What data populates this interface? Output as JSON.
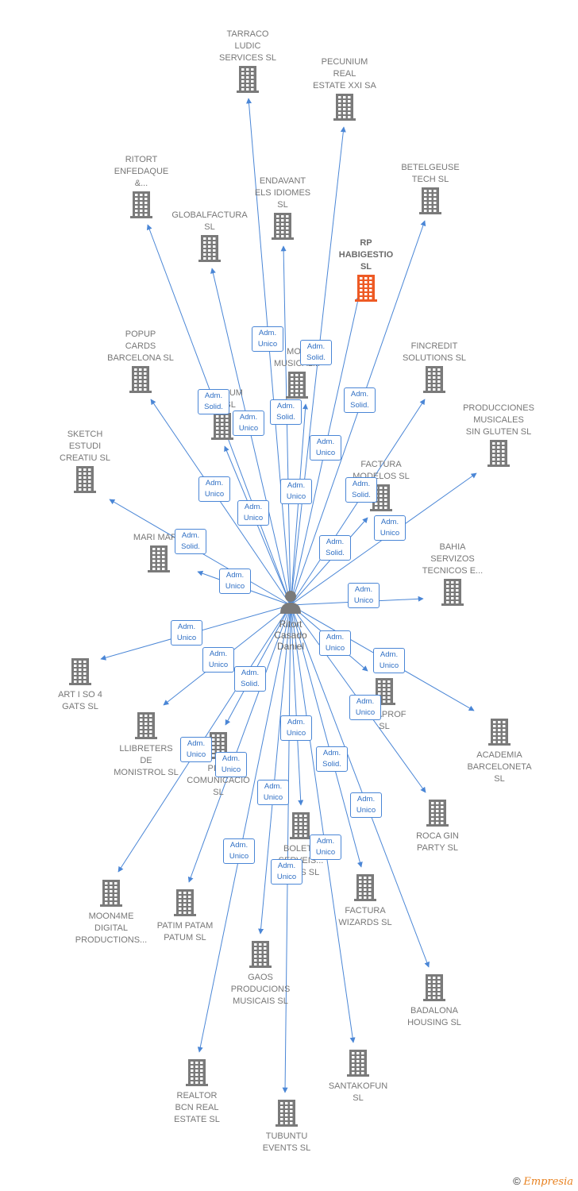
{
  "center": {
    "label": "Ritort\nCasado\nDaniel"
  },
  "colors": {
    "edge": "#4a86d6",
    "building": "#7a7a7a",
    "highlight": "#ee5a24"
  },
  "companies": [
    {
      "id": "tarraco",
      "label": "TARRACO\nLUDIC\nSERVICES  SL",
      "highlight": false
    },
    {
      "id": "pecunium",
      "label": "PECUNIUM\nREAL\nESTATE XXI SA",
      "highlight": false
    },
    {
      "id": "ritort-enfedaque",
      "label": "RITORT\nENFEDAQUE\n&...",
      "highlight": false
    },
    {
      "id": "endavant",
      "label": "ENDAVANT\nELS IDIOMES\nSL",
      "highlight": false
    },
    {
      "id": "betelgeuse",
      "label": "BETELGEUSE\nTECH  SL",
      "highlight": false
    },
    {
      "id": "globalfactura",
      "label": "GLOBALFACTURA\nSL",
      "highlight": false
    },
    {
      "id": "rp-habigestio",
      "label": "RP\nHABIGESTIO\nSL",
      "highlight": true
    },
    {
      "id": "popup",
      "label": "POPUP\nCARDS\nBARCELONA  SL",
      "highlight": false
    },
    {
      "id": "fincredit",
      "label": "FINCREDIT\nSOLUTIONS  SL",
      "highlight": false
    },
    {
      "id": "mor-musical",
      "label": "MOR\nMUSICAL...",
      "highlight": false
    },
    {
      "id": "premium",
      "label": "PREMIUM\nC...  SL",
      "highlight": false
    },
    {
      "id": "producciones",
      "label": "PRODUCCIONES\nMUSICALES\nSIN GLUTEN  SL",
      "highlight": false
    },
    {
      "id": "sketch",
      "label": "SKETCH\nESTUDI\nCREATIU  SL",
      "highlight": false
    },
    {
      "id": "factura-modelos",
      "label": "FACTURA\nMODELOS  SL",
      "highlight": false
    },
    {
      "id": "mari-mar",
      "label": "MARI MAR...",
      "highlight": false
    },
    {
      "id": "bahia",
      "label": "BAHIA\nSERVIZOS\nTECNICOS E...",
      "highlight": false
    },
    {
      "id": "art-i-so",
      "label": "ART I SO 4\nGATS  SL",
      "highlight": false
    },
    {
      "id": "raprof",
      "label": "...RAPROF\nSL",
      "highlight": false
    },
    {
      "id": "academia",
      "label": "ACADEMIA\nBARCELONETA\nSL",
      "highlight": false
    },
    {
      "id": "llibreters",
      "label": "LLIBRETERS\nDE\nMONISTROL  SL",
      "highlight": false
    },
    {
      "id": "pie-comunicacio",
      "label": "PIE...\nCOMUNICACIO\nSL",
      "highlight": false
    },
    {
      "id": "roca-gin",
      "label": "ROCA GIN\nPARTY  SL",
      "highlight": false
    },
    {
      "id": "boleta",
      "label": "BOLET...\nSERVEIS...\n...ALS  SL",
      "highlight": false
    },
    {
      "id": "moon4me",
      "label": "MOON4ME\nDIGITAL\nPRODUCTIONS...",
      "highlight": false
    },
    {
      "id": "patim",
      "label": "PATIM PATAM\nPATUM  SL",
      "highlight": false
    },
    {
      "id": "factura-wizards",
      "label": "FACTURA\nWIZARDS  SL",
      "highlight": false
    },
    {
      "id": "gaos",
      "label": "GAOS\nPRODUCIONS\nMUSICAIS  SL",
      "highlight": false
    },
    {
      "id": "badalona",
      "label": "BADALONA\nHOUSING  SL",
      "highlight": false
    },
    {
      "id": "realtor",
      "label": "REALTOR\nBCN REAL\nESTATE  SL",
      "highlight": false
    },
    {
      "id": "santakofun",
      "label": "SANTAKOFUN\nSL",
      "highlight": false
    },
    {
      "id": "tubuntu",
      "label": "TUBUNTU\nEVENTS  SL",
      "highlight": false
    }
  ],
  "roles": {
    "adm_unico": "Adm.\nUnico",
    "adm_solid": "Adm.\nSolid."
  },
  "edge_roles": {
    "tarraco": "adm_unico",
    "pecunium": "adm_solid",
    "ritort-enfedaque": "adm_solid",
    "endavant": "adm_solid",
    "betelgeuse": "adm_solid",
    "globalfactura": "adm_unico",
    "rp-habigestio": "adm_unico",
    "popup": "adm_unico",
    "fincredit": "adm_solid",
    "mor-musical": "adm_unico",
    "premium": "adm_unico",
    "producciones": "adm_unico",
    "sketch": "adm_solid",
    "factura-modelos": "adm_solid",
    "mari-mar": "adm_unico",
    "bahia": "adm_unico",
    "art-i-so": "adm_unico",
    "raprof": "adm_unico",
    "academia": "adm_unico",
    "llibreters": "adm_unico",
    "pie-comunicacio": "adm_solid",
    "roca-gin": "adm_unico",
    "boleta": "adm_unico",
    "moon4me": "adm_unico",
    "patim": "adm_unico",
    "factura-wizards": "adm_solid",
    "gaos": "adm_unico",
    "badalona": "adm_unico",
    "realtor": "adm_unico",
    "santakofun": "adm_unico",
    "tubuntu": "adm_unico"
  },
  "footer": {
    "copyright": "©",
    "brand": "Empresia"
  }
}
